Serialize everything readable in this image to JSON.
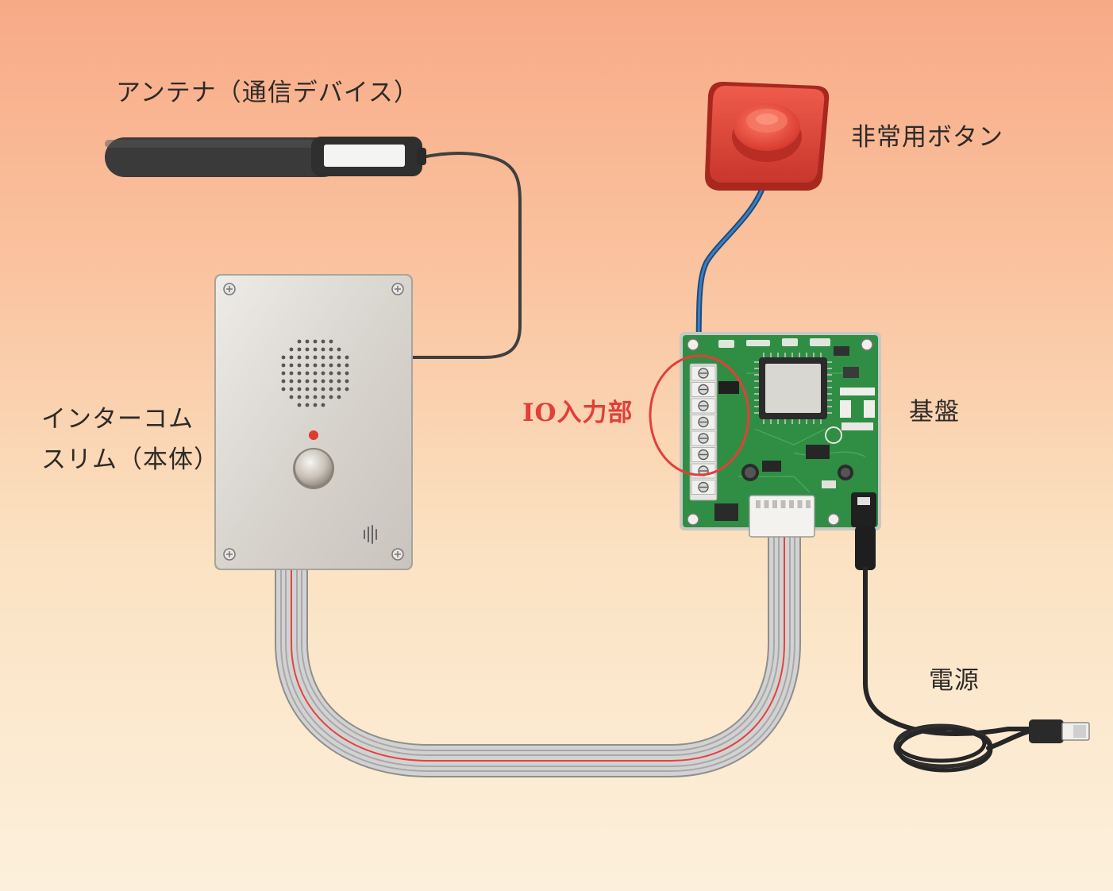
{
  "labels": {
    "antenna": "アンテナ（通信デバイス）",
    "emergency_button": "非常用ボタン",
    "intercom_line1": "インターコム",
    "intercom_line2": "スリム（本体）",
    "io_input": "IO入力部",
    "board": "基盤",
    "power": "電源"
  },
  "colors": {
    "accent": "#e0403a",
    "text": "#2e2a28",
    "pcb": "#2f8e43",
    "button_red": "#e8483b",
    "wire_blue": "#2c6aa8",
    "panel": "#dcd8d2"
  }
}
